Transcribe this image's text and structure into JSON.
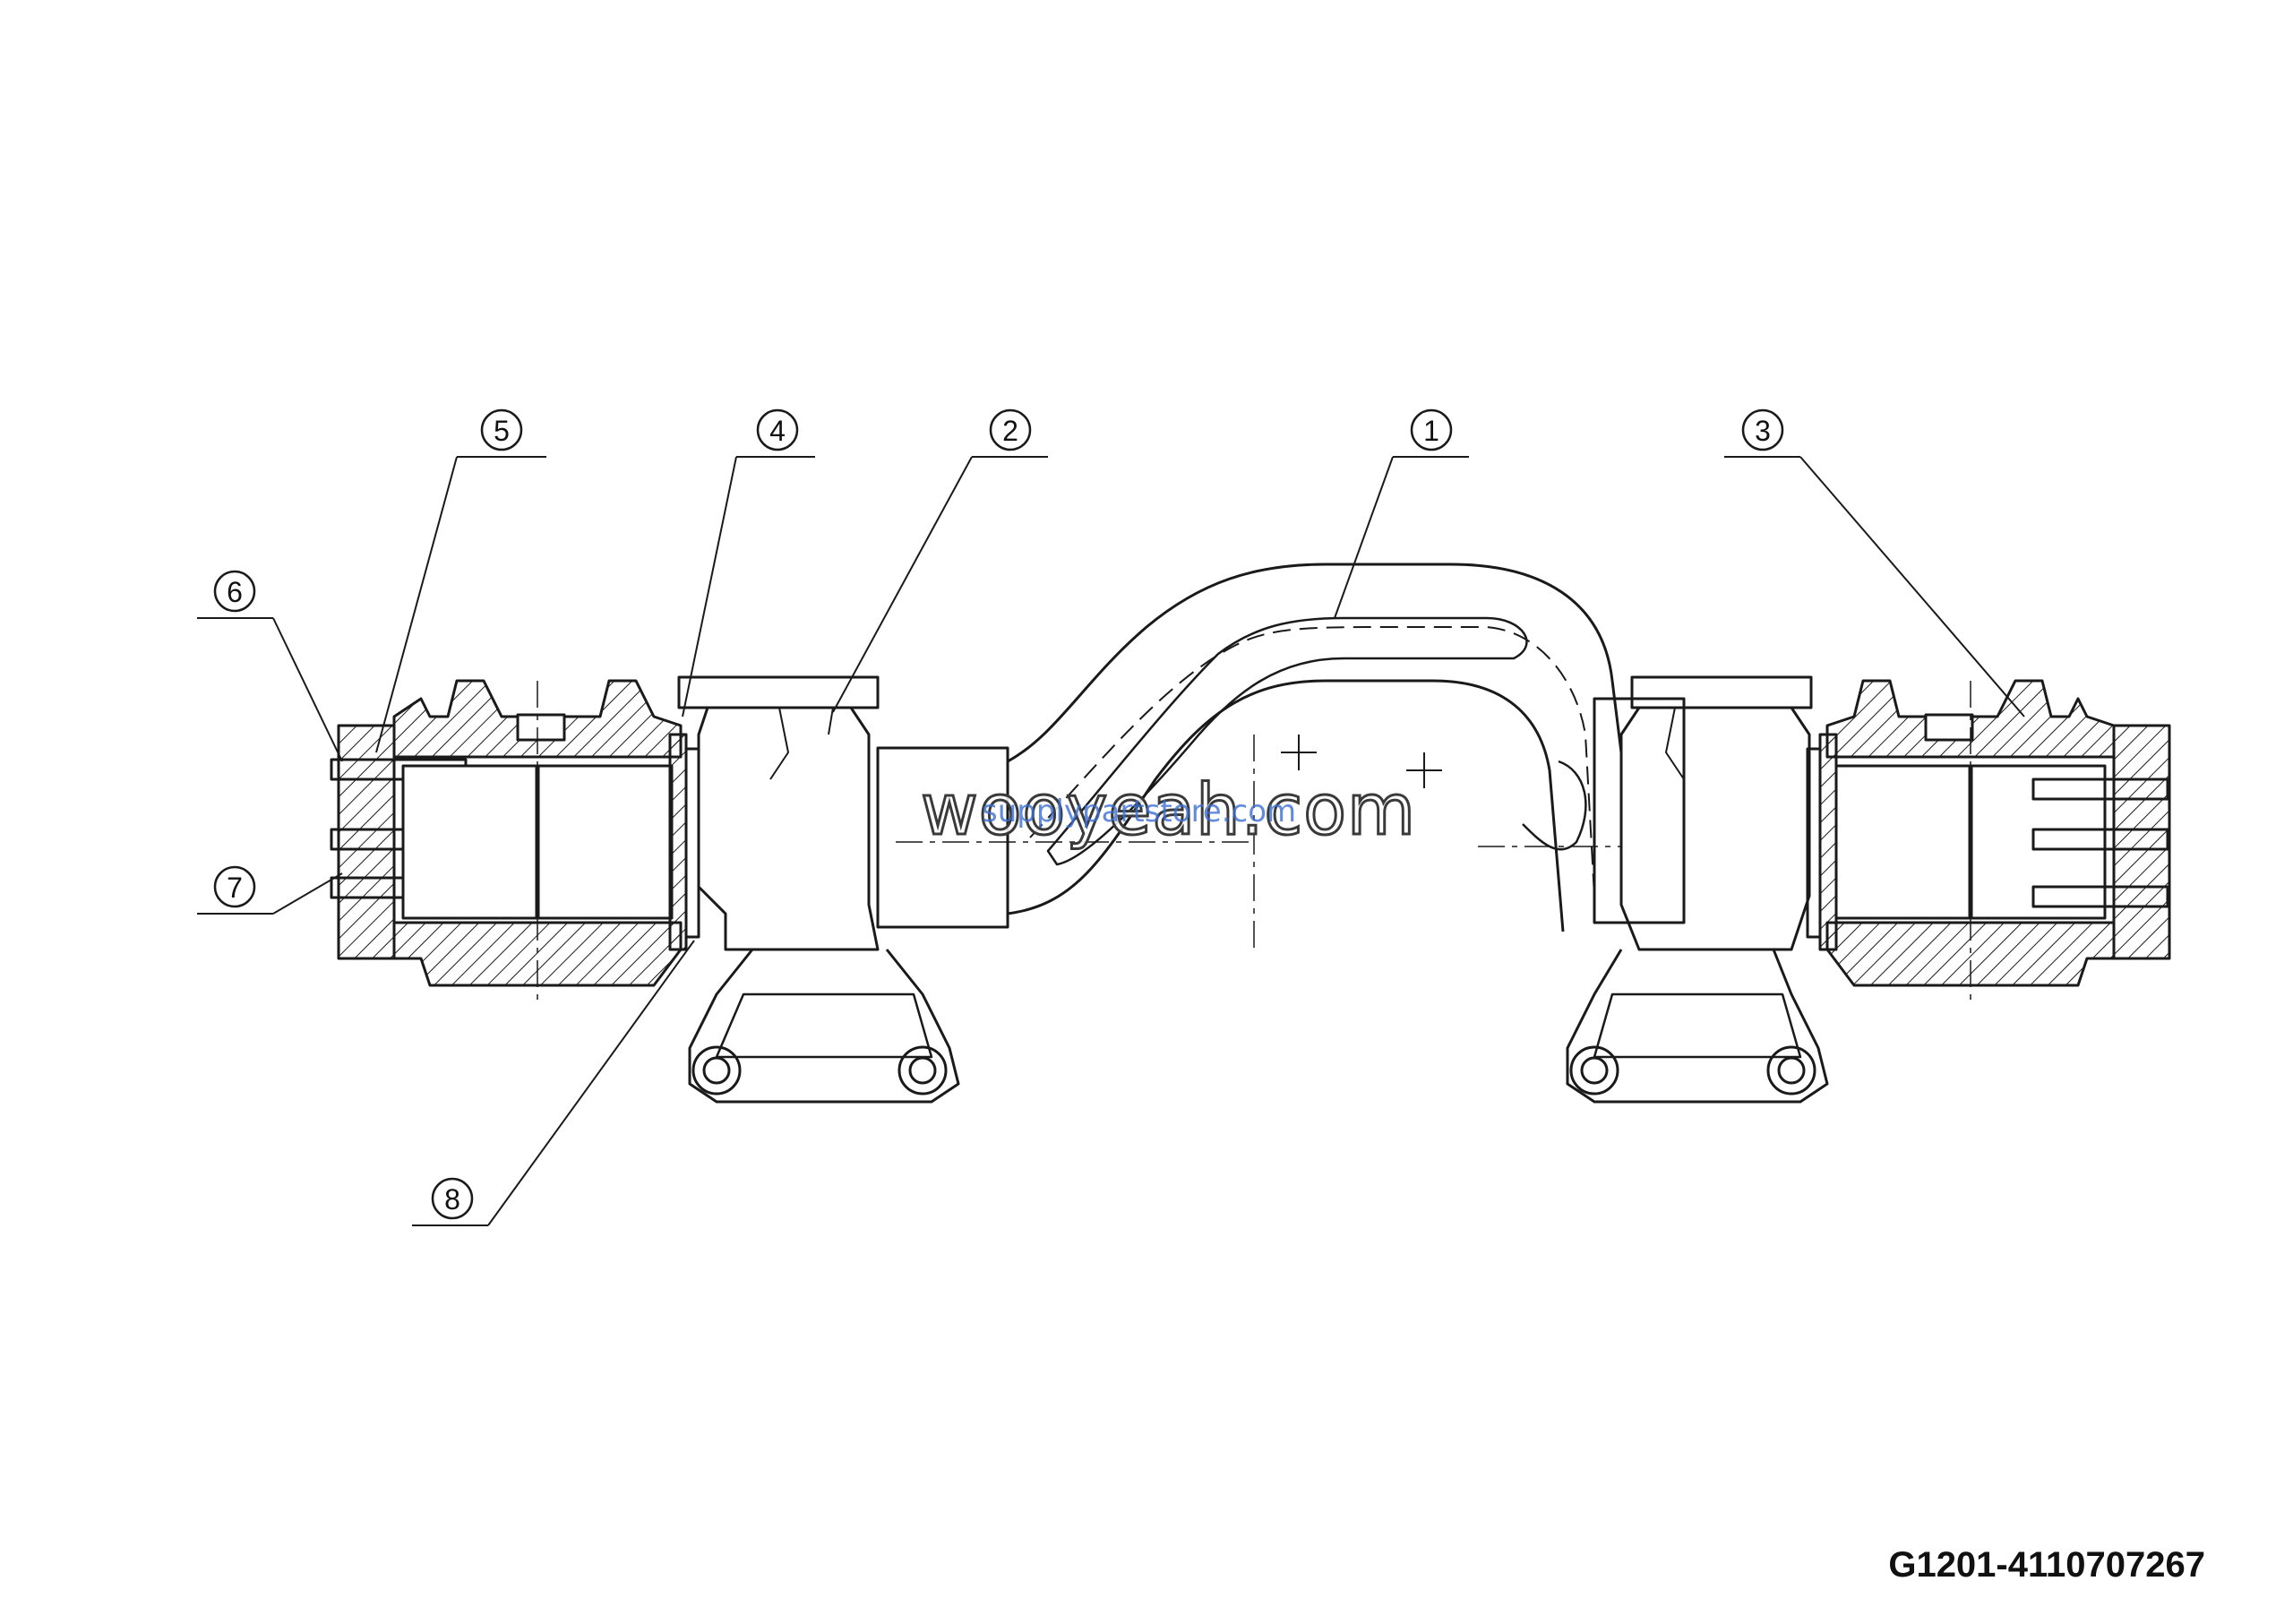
{
  "drawing_code": "G1201-4110707267",
  "watermark": {
    "main": "wooyeah.com",
    "sub": "supplypartstore.com"
  },
  "callouts": [
    "1",
    "2",
    "3",
    "4",
    "5",
    "6",
    "7",
    "8"
  ],
  "colors": {
    "line": "#1a1a1a",
    "background": "#ffffff",
    "watermark_sub": "#3c6ed2"
  }
}
